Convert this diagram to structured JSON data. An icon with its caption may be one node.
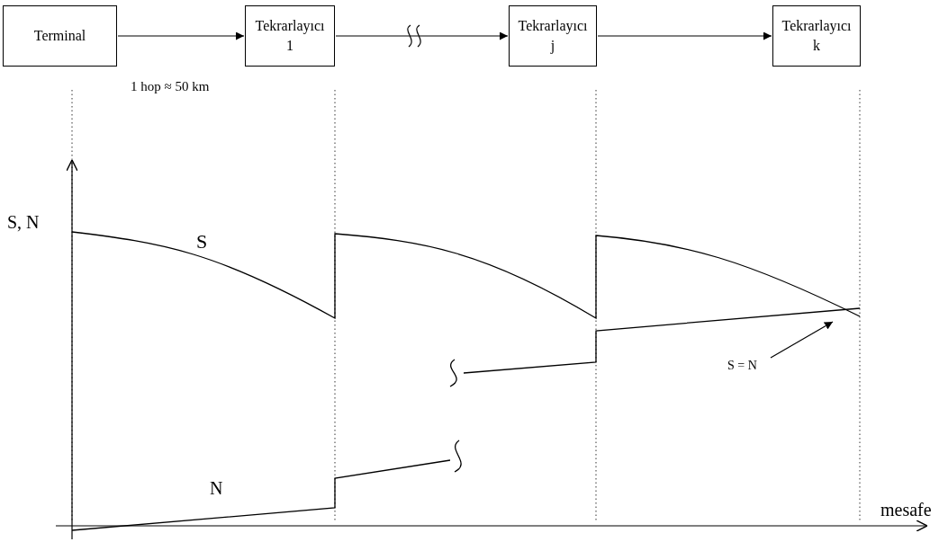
{
  "diagram": {
    "nodes": [
      {
        "text": [
          "Terminal"
        ]
      },
      {
        "text": [
          "Tekrarlayıcı 1"
        ]
      },
      {
        "text": [
          "Tekrarlayıcı j"
        ]
      },
      {
        "text": [
          "Tekrarlayıcı k"
        ]
      },
      {
        "text": [
          "S = N"
        ]
      }
    ],
    "edges": [
      {
        "from": 0,
        "to": 1,
        "arrow": "to"
      },
      {
        "from": 1,
        "to": 2,
        "arrow": "to"
      },
      {
        "from": 2,
        "to": 3,
        "arrow": "to"
      },
      {
        "from": 4,
        "to": null,
        "arrow": "to"
      }
    ],
    "labels": [
      "1 hop ≈ 50 km",
      "S, N",
      "S",
      "N",
      "mesafe"
    ]
  }
}
